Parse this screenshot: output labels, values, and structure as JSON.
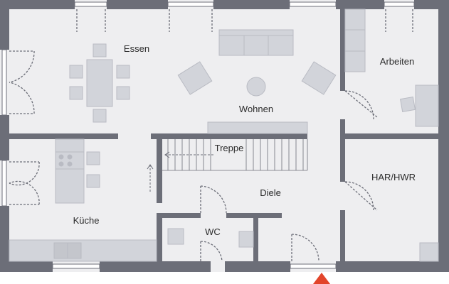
{
  "rooms": {
    "essen": "Essen",
    "arbeiten": "Arbeiten",
    "wohnen": "Wohnen",
    "treppe": "Treppe",
    "har_hwr": "HAR/HWR",
    "diele": "Diele",
    "kueche": "Küche",
    "wc": "WC"
  },
  "colors": {
    "floor": "#eeeef0",
    "wall": "#6c6e78",
    "furniture": "#d2d4da",
    "furniture_stroke": "#b9bbc3",
    "door": "#6c6e78",
    "entrance_marker": "#e2452b"
  },
  "icons": {
    "entrance": "entrance-arrow-icon"
  }
}
